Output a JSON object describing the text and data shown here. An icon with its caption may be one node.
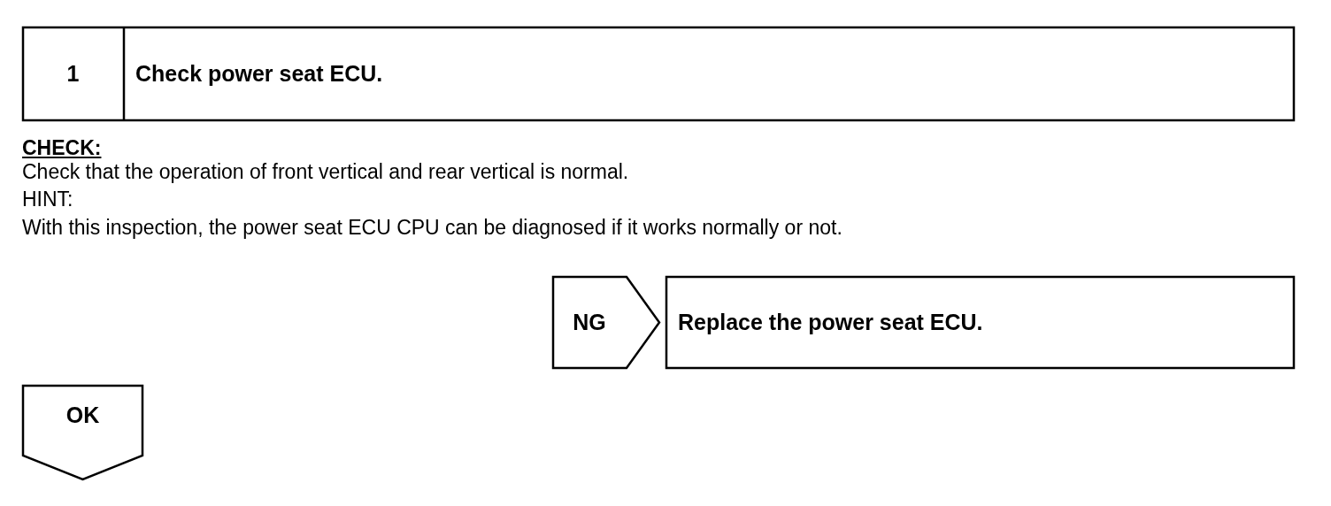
{
  "diagram": {
    "nodes": [
      {
        "text": [
          "1",
          "Check power seat ECU."
        ]
      },
      {
        "text": [
          "NG"
        ]
      },
      {
        "text": [
          "Replace the power seat ECU."
        ]
      },
      {
        "text": [
          "OK"
        ]
      }
    ],
    "labels": [
      "CHECK:",
      "Check that the operation of front vertical and rear vertical is normal.",
      "HINT:",
      "With this inspection, the power seat ECU CPU can be diagnosed if it works normally or not."
    ]
  }
}
